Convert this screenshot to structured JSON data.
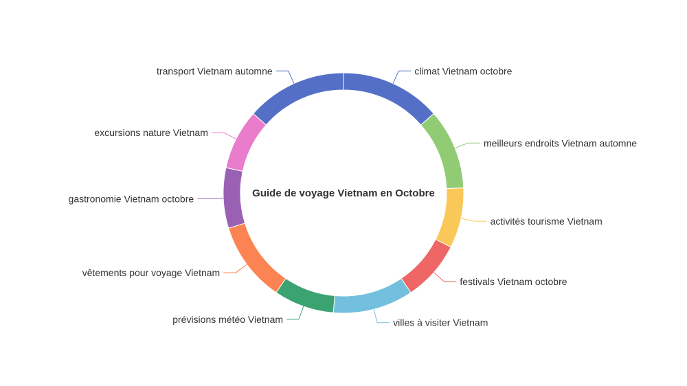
{
  "chart_data": {
    "type": "pie",
    "variant": "donut",
    "title": "Guide de voyage Vietnam en Octobre",
    "legend": "none",
    "start_angle_deg": 90,
    "direction": "clockwise",
    "slices": [
      {
        "name": "climat Vietnam octobre",
        "value": 15,
        "color": "#5470c6"
      },
      {
        "name": "meilleurs endroits Vietnam automne",
        "value": 12,
        "color": "#91cc75"
      },
      {
        "name": "activités tourisme Vietnam",
        "value": 9,
        "color": "#fac858"
      },
      {
        "name": "festivals Vietnam octobre",
        "value": 9,
        "color": "#ee6666"
      },
      {
        "name": "villes à visiter Vietnam",
        "value": 12,
        "color": "#73c0de"
      },
      {
        "name": "prévisions météo Vietnam",
        "value": 9,
        "color": "#3ba272"
      },
      {
        "name": "vêtements pour voyage Vietnam",
        "value": 12,
        "color": "#fc8452"
      },
      {
        "name": "gastronomie Vietnam octobre",
        "value": 9,
        "color": "#9a60b4"
      },
      {
        "name": "excursions nature Vietnam",
        "value": 9,
        "color": "#ea7ccc"
      },
      {
        "name": "transport Vietnam automne",
        "value": 15,
        "color": "#5470c6"
      }
    ]
  }
}
